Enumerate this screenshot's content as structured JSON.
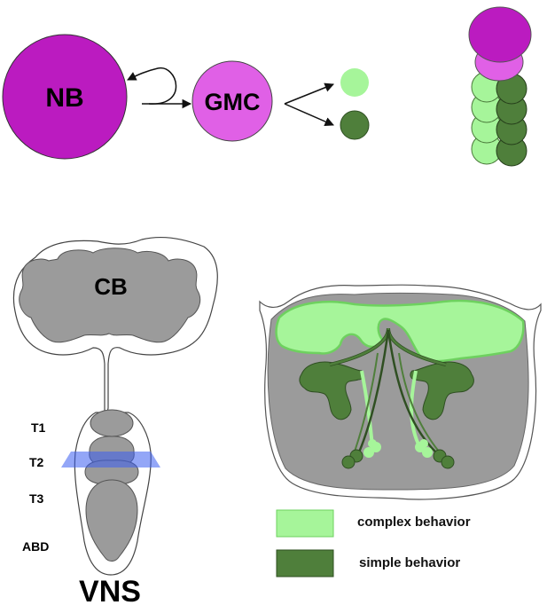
{
  "top": {
    "nb_label": "NB",
    "gmc_label": "GMC"
  },
  "vns": {
    "cb_label": "CB",
    "segments": [
      "T1",
      "T2",
      "T3",
      "ABD"
    ],
    "title": "VNS"
  },
  "legend": {
    "complex_label": "complex behavior",
    "simple_label": "simple behavior"
  },
  "colors": {
    "nb": "#bb1bc0",
    "gmc": "#e060e6",
    "light_green": "#a6f59a",
    "dark_green": "#4f7f3b",
    "tissue_gray": "#9b9b9b",
    "section_blue": "#3a5cf0"
  }
}
